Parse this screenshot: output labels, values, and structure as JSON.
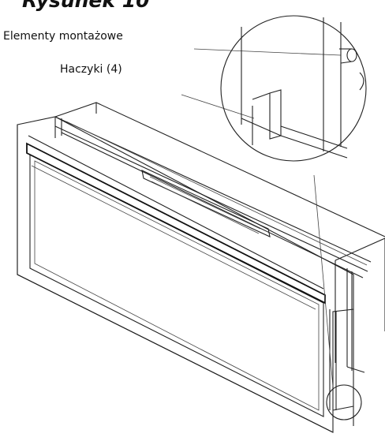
{
  "figure": {
    "title": "Rysunek 10"
  },
  "labels": {
    "mounting_elements": "Elementy montażowe",
    "hooks": "Haczyki (4)"
  }
}
